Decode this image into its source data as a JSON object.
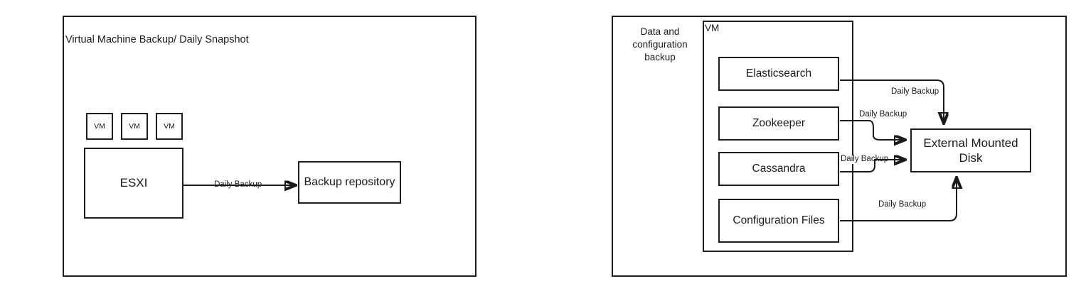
{
  "diagram": {
    "left_panel": {
      "title": "Virtual Machine Backup/ Daily Snapshot",
      "vm_chips": [
        {
          "label": "VM"
        },
        {
          "label": "VM"
        },
        {
          "label": "VM"
        }
      ],
      "host": {
        "label": "ESXI"
      },
      "target": {
        "label": "Backup repository"
      },
      "edges": [
        {
          "from": "ESXI",
          "to": "Backup repository",
          "label": "Daily Backup"
        }
      ]
    },
    "right_panel": {
      "side_label": "Data and configuration backup",
      "vm_container_label": "VM",
      "services": [
        {
          "label": "Elasticsearch"
        },
        {
          "label": "Zookeeper"
        },
        {
          "label": "Cassandra"
        },
        {
          "label": "Configuration Files"
        }
      ],
      "target": {
        "label": "External Mounted Disk"
      },
      "edges": [
        {
          "from": "Elasticsearch",
          "to": "External Mounted Disk",
          "label": "Daily Backup"
        },
        {
          "from": "Zookeeper",
          "to": "External Mounted Disk",
          "label": "Daily Backup"
        },
        {
          "from": "Cassandra",
          "to": "External Mounted Disk",
          "label": "Daily Backup"
        },
        {
          "from": "Configuration Files",
          "to": "External Mounted Disk",
          "label": "Daily Backup"
        }
      ]
    },
    "colors": {
      "stroke": "#1a1a1a",
      "background": "#ffffff",
      "text": "#1a1a1a"
    }
  }
}
